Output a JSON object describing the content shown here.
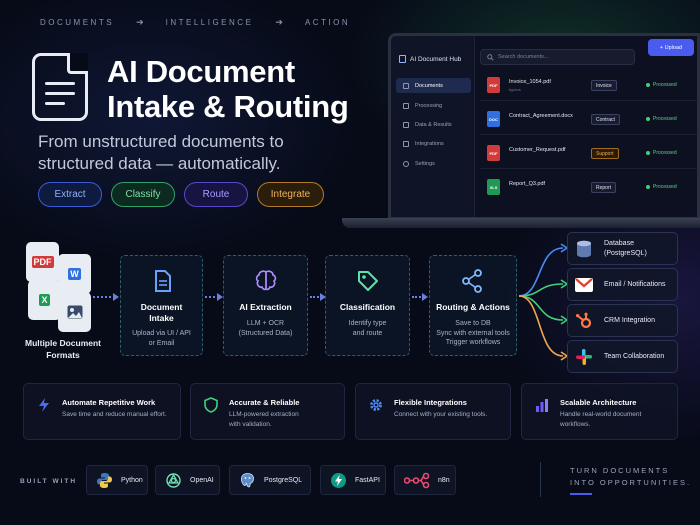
{
  "breadcrumb": [
    "DOCUMENTS",
    "INTELLIGENCE",
    "ACTION"
  ],
  "hero": {
    "title_line1": "AI Document",
    "title_line2": "Intake & Routing",
    "subtitle_line1": "From unstructured documents to",
    "subtitle_line2": "structured data — automatically.",
    "pills": [
      "Extract",
      "Classify",
      "Route",
      "Integrate"
    ]
  },
  "app": {
    "name": "AI Document Hub",
    "search_placeholder": "Search documents...",
    "upload_label": "+ Upload",
    "nav": [
      "Documents",
      "Processing",
      "Data & Results",
      "Integrations",
      "Settings"
    ],
    "active_nav": "Documents",
    "documents": [
      {
        "type": "PDF",
        "name": "Invoice_1054.pdf",
        "sub": "typeos",
        "tag": "Invoice",
        "status": "Processed"
      },
      {
        "type": "DOC",
        "name": "Contract_Agreement.docx",
        "sub": "",
        "tag": "Contract",
        "status": "Processed"
      },
      {
        "type": "PDF",
        "name": "Customer_Request.pdf",
        "sub": "",
        "tag": "Support",
        "status": "Processed"
      },
      {
        "type": "XLS",
        "name": "Report_Q3.pdf",
        "sub": "",
        "tag": "Report",
        "status": "Processed"
      }
    ]
  },
  "flow": {
    "source_label_line1": "Multiple Document",
    "source_label_line2": "Formats",
    "file_badges": [
      "PDF",
      "W",
      "X"
    ],
    "stages": [
      {
        "title_line1": "Document",
        "title_line2": "Intake",
        "desc_line1": "Upload via UI / API",
        "desc_line2": "or Email",
        "desc_line3": ""
      },
      {
        "title_line1": "AI Extraction",
        "title_line2": "",
        "desc_line1": "LLM + OCR",
        "desc_line2": "(Structured Data)",
        "desc_line3": ""
      },
      {
        "title_line1": "Classification",
        "title_line2": "",
        "desc_line1": "Identify type",
        "desc_line2": "and route",
        "desc_line3": ""
      },
      {
        "title_line1": "Routing & Actions",
        "title_line2": "",
        "desc_line1": "Save to DB",
        "desc_line2": "Sync with external tools",
        "desc_line3": "Trigger workflows"
      }
    ],
    "destinations": [
      {
        "line1": "Database",
        "line2": "(PostgreSQL)"
      },
      {
        "line1": "Email / Notifications",
        "line2": ""
      },
      {
        "line1": "CRM Integration",
        "line2": ""
      },
      {
        "line1": "Team Collaboration",
        "line2": ""
      }
    ]
  },
  "features": [
    {
      "title": "Automate Repetitive Work",
      "line1": "Save time and reduce manual effort.",
      "line2": ""
    },
    {
      "title": "Accurate & Reliable",
      "line1": "LLM-powered extraction",
      "line2": "with validation."
    },
    {
      "title": "Flexible Integrations",
      "line1": "Connect with your existing tools.",
      "line2": ""
    },
    {
      "title": "Scalable Architecture",
      "line1": "Handle real-world document",
      "line2": "workflows."
    }
  ],
  "footer": {
    "built_with": "BUILT WITH",
    "tech": [
      "Python",
      "OpenAI",
      "PostgreSQL",
      "FastAPI",
      "n8n"
    ],
    "tagline_line1": "TURN DOCUMENTS",
    "tagline_line2": "INTO OPPORTUNITIES."
  },
  "colors": {
    "accent_blue": "#4a5cf0",
    "success_green": "#3fd07a",
    "warning_orange": "#f2a84a"
  }
}
